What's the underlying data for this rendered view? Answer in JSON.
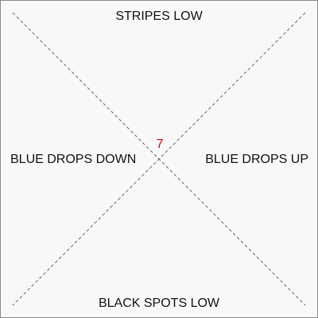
{
  "labels": {
    "top": "STRIPES LOW",
    "bottom": "BLACK SPOTS LOW",
    "left": "BLUE DROPS DOWN",
    "right": "BLUE DROPS UP"
  },
  "center": {
    "value": "7",
    "color": "#e00000"
  },
  "colors": {
    "background": "#f8f8f8",
    "border": "#8a8a8a",
    "diagonal": "#666666",
    "text": "#111111"
  }
}
